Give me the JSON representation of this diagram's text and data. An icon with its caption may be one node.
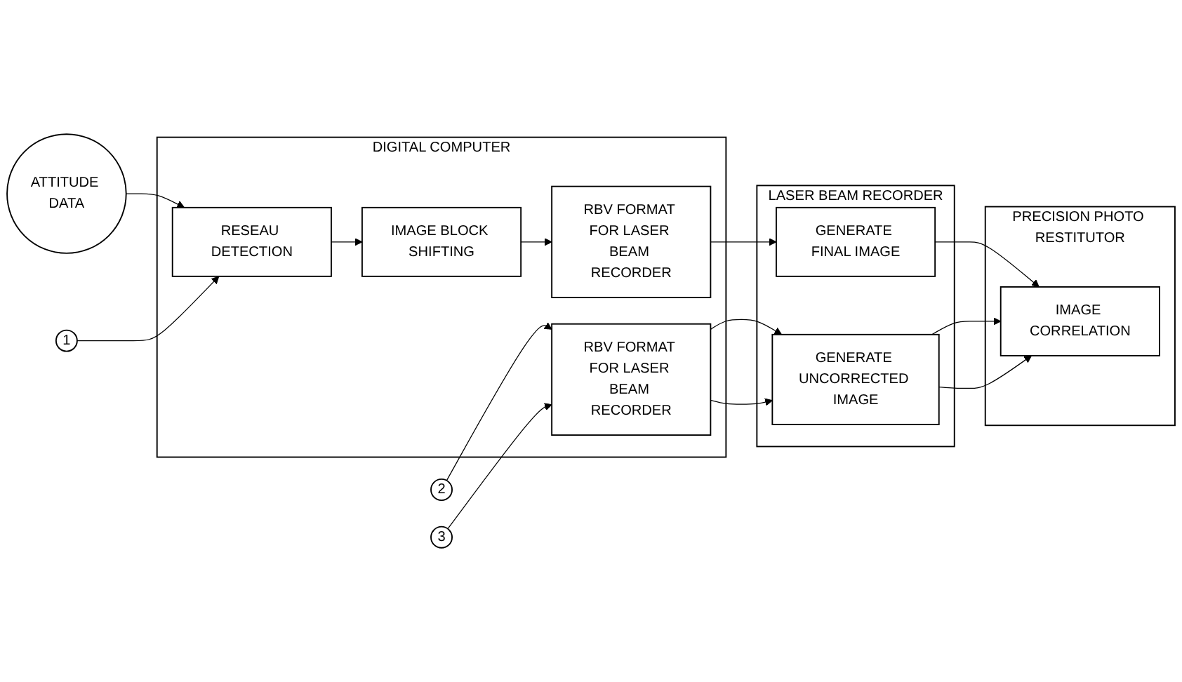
{
  "diagram": {
    "nodes": [
      {
        "text": [
          "DIGITAL COMPUTER"
        ]
      },
      {
        "text": [
          "LASER BEAM RECORDER"
        ]
      },
      {
        "text": [
          "PRECISION PHOTO RESTITUTOR"
        ]
      },
      {
        "text": [
          "ATTITUDE DATA"
        ]
      },
      {
        "text": [
          "1"
        ]
      },
      {
        "text": [
          "RESEAU DETECTION"
        ],
        "in": 0
      },
      {
        "text": [
          "IMAGE BLOCK SHIFTING"
        ],
        "in": 0
      },
      {
        "text": [
          "RBV FORMAT FOR LASER BEAM RECORDER"
        ],
        "in": 0
      },
      {
        "text": [
          "GENERATE FINAL IMAGE"
        ],
        "in": 1
      },
      {
        "text": [
          "2"
        ]
      },
      {
        "text": [
          "RBV FORMAT FOR LASER BEAM RECORDER"
        ],
        "in": 0
      },
      {
        "text": [
          "GENERATE UNCORRECTED IMAGE"
        ],
        "in": 1
      },
      {
        "text": [
          "3"
        ]
      },
      {
        "text": [
          "IMAGE CORRELATION"
        ],
        "in": 2
      }
    ],
    "edges": [
      {
        "from": 3,
        "to": 5,
        "arrow": "to"
      },
      {
        "from": 4,
        "to": 5,
        "arrow": "to"
      },
      {
        "from": 5,
        "to": 6,
        "arrow": "to"
      },
      {
        "from": 6,
        "to": 7,
        "arrow": "to"
      },
      {
        "from": 7,
        "to": 8,
        "arrow": "to"
      },
      {
        "from": 8,
        "to": 13,
        "arrow": "to"
      },
      {
        "from": 9,
        "to": 10,
        "arrow": "to"
      },
      {
        "from": 12,
        "to": 10,
        "arrow": "to"
      },
      {
        "from": 10,
        "to": 11,
        "arrow": "to"
      },
      {
        "from": 10,
        "to": 11,
        "arrow": "to"
      },
      {
        "from": 11,
        "to": 13,
        "arrow": "to"
      },
      {
        "from": 11,
        "to": 13,
        "arrow": "to"
      }
    ]
  }
}
